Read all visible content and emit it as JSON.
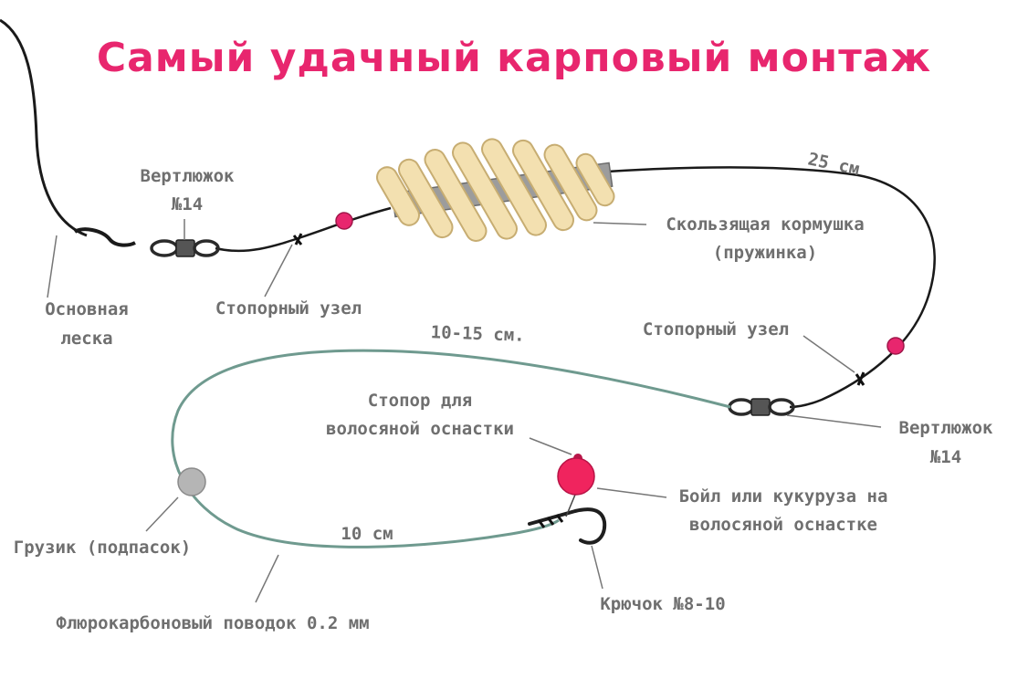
{
  "title": "Самый удачный карповый монтаж",
  "colors": {
    "title": "#e8266e",
    "label_text": "#6f6f6f",
    "main_line": "#1a1a1a",
    "leader_line": "#6f9a8f",
    "feeder_spring": "#f3e0b0",
    "bead": "#e8266e",
    "boilie": "#f0245e",
    "sinker": "#b5b5b5"
  },
  "labels": {
    "swivel_top": [
      "Вертлюжок",
      "№14"
    ],
    "main_line": [
      "Основная",
      "леска"
    ],
    "stop_knot_left": "Стопорный узел",
    "feeder": [
      "Скользящая кормушка",
      "(пружинка)"
    ],
    "length_25": "25 см",
    "length_10_15": "10-15 см.",
    "stop_knot_right": "Стопорный узел",
    "swivel_bottom": [
      "Вертлюжок",
      "№14"
    ],
    "hair_stop": [
      "Стопор для",
      "волосяной оснастки"
    ],
    "boilie": [
      "Бойл или кукуруза на",
      "волосяной оснастке"
    ],
    "sinker": "Грузик (подпасок)",
    "length_10": "10 см",
    "fluoro_leader": "Флюрокарбоновый поводок 0.2 мм",
    "hook": "Крючок №8-10"
  }
}
